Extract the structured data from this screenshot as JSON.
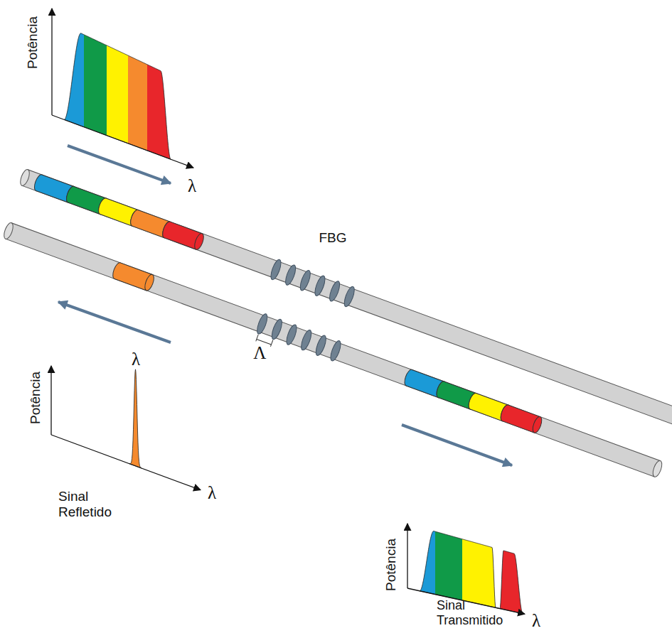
{
  "diagram": {
    "labels": [
      "Potência",
      "λ",
      "FBG",
      "Λ",
      "Potência",
      "λ",
      "Sinal Refletido",
      "λ",
      "Potência",
      "Sinal Transmitido",
      "λ"
    ]
  }
}
